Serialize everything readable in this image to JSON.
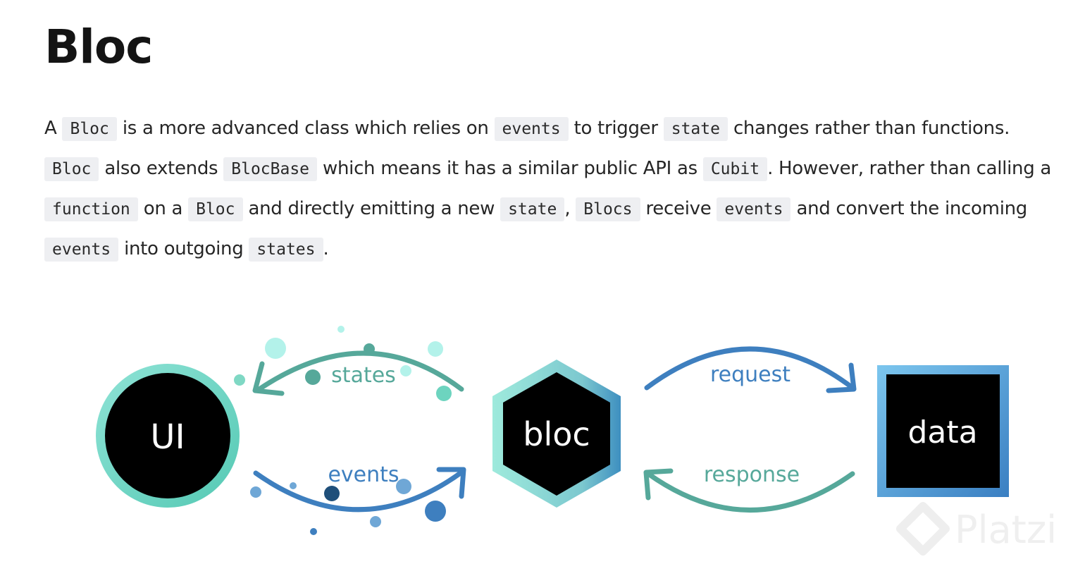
{
  "page": {
    "title": "Bloc"
  },
  "paragraph": {
    "p1": "A",
    "c1": "Bloc",
    "p2": "is a more advanced class which relies on",
    "c2": "events",
    "p3": "to trigger",
    "c3": "state",
    "p4": "changes rather than functions.",
    "c4": "Bloc",
    "p5": "also extends",
    "c5": "BlocBase",
    "p6": "which means it has a similar public API as",
    "c6": "Cubit",
    "p7": ". However, rather than calling a",
    "c7": "function",
    "p8": "on a",
    "c8": "Bloc",
    "p9": "and directly emitting a new",
    "c9": "state",
    "p10": ",",
    "c10": "Blocs",
    "p11": "receive",
    "c11": "events",
    "p12": "and convert the incoming",
    "c12": "events",
    "p13": "into outgoing",
    "c13": "states",
    "p14": "."
  },
  "diagram": {
    "ui_label": "UI",
    "bloc_label": "bloc",
    "data_label": "data",
    "states_label": "states",
    "events_label": "events",
    "request_label": "request",
    "response_label": "response",
    "colors": {
      "teal": "#56a89a",
      "teal_light": "#8fe3d6",
      "blue": "#3e7fbf",
      "blue_dark": "#1f4f7a",
      "black": "#000000"
    }
  },
  "watermark": {
    "text": "Platzi"
  }
}
